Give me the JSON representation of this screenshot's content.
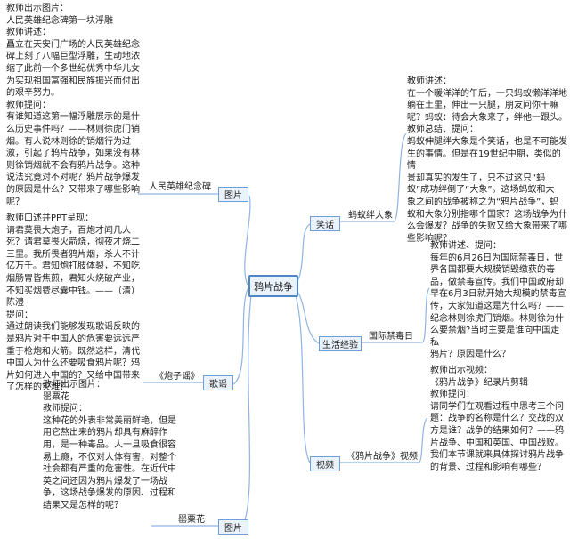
{
  "center": "鸦片战争",
  "branches": {
    "picture1": {
      "box": "图片",
      "topic": "人民英雄纪念碑",
      "note": "教师出示图片：\n人民英雄纪念碑第一块浮雕\n教师讲述：\n矗立在天安门广场的人民英雄纪念\n碑上刻了八幅巨型浮雕，生动地浓\n缩了此前一个多世纪优秀中华儿女\n为实现祖国富强和民族振兴而付出\n的艰辛努力。\n教师提问：\n有谁知道这第一幅浮雕展示的是什\n么历史事件吗？——林则徐虎门销\n烟。有人说林则徐的销烟行为过\n激，引起了鸦片战争，如果没有林\n则徐销烟就不会有鸦片战争。这种\n说法究竟对不对呢？鸦片战争爆发\n的原因是什么？又带来了哪些影响\n呢？"
    },
    "song": {
      "box": "歌谣",
      "topic": "《炮子谣》",
      "note": "教师口述并PPT呈现：\n请君莫畏大炮子，百炮才闻几人\n死？请君莫畏火箭烧，彻夜才烧二\n三里。我所畏者鸦片烟，杀人不计\n亿万千。君知炮打肢体裂，不知吃\n烟肠胃皆焦煎，君知火烧破产业，\n不知买烟费尽囊中钱。——（清）\n陈澧\n提问：\n通过朗读我们能够发现歌谣反映的\n是鸦片对于中国人的危害要远远严\n重于枪炮和火箭。既然这样，清代\n中国人为什么还要吸食鸦片呢？鸦\n片如何进入中国的？又给中国带来\n了怎样的灾难？"
    },
    "picture2": {
      "box": "图片",
      "topic": "罂粟花",
      "note": "教师出示图片：\n罂粟花\n教师提问：\n这种花的外表非常美丽鲜艳，但是\n用它熬出来的鸦片却具有麻醉作\n用，是一种毒品。人一旦吸食很容\n易上瘾，不仅对人体有害，对整个\n社会都有严重的危害性。在近代中\n英之间还因为鸦片爆发了一场战\n争，这场战争爆发的原因、过程和\n结果又是怎样的呢？"
    },
    "joke": {
      "box": "笑话",
      "topic": "蚂蚁绊大象",
      "note": "教师讲述：\n在一个暖洋洋的午后，一只蚂蚁懒洋洋地\n躺在土里，伸出一只腿，朋友问你干嘛\n呢？蚂蚁：待会大象来了，绊他一跟头。\n教师总结、提问：\n蚂蚁伸腿绊大象是个笑话，也是不可能发\n生的事情。但是在19世纪中期，类似的情\n景却真实的发生了，只不过这只“蚂\n蚁”成功绊倒了“大象”。这场蚂蚁和大\n象之间的战争被称之为“鸦片战争”，蚂\n蚁和大象分别指哪个国家？这场战争为什\n么会爆发？战争的失败又给大象带来了哪\n些影响呢？"
    },
    "life": {
      "box": "生活经验",
      "topic": "国际禁毒日",
      "note": "教师讲述、提问：\n每年的6月26日为国际禁毒日，世\n界各国都要大规模销毁缴获的毒\n品，做禁毒宣传。我们中国政府却\n早在6月3日就开始大规模的禁毒宣\n传，大家知道这是为什么吗？——\n纪念林则徐虎门销烟。林则徐为什\n么要禁烟?当时主要是谁向中国走私\n鸦片？原因是什么？"
    },
    "video": {
      "box": "视频",
      "topic": "《鸦片战争》视频",
      "note": "教师出示视频：\n《鸦片战争》纪录片剪辑\n教师提问：\n请同学们在观看过程中思考三个问\n题：战争的名称是什么？交战的双\n方是谁？战争的结果如何？——鸦\n片战争、中国和英国、中国战败。\n我们本节课就来具体探讨鸦片战争\n的背景、过程和影响有哪些？"
    }
  }
}
